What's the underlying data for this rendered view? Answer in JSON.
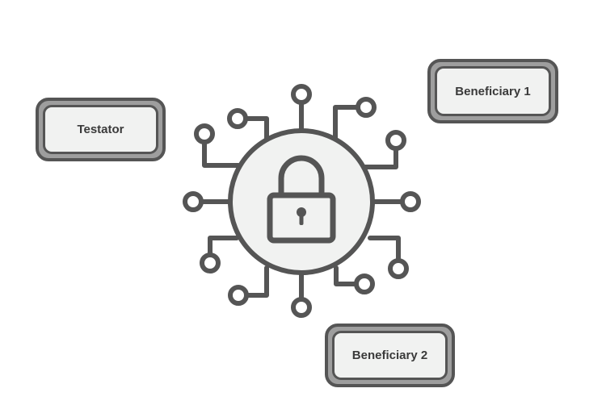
{
  "nodes": {
    "testator": "Testator",
    "beneficiary_1": "Beneficiary 1",
    "beneficiary_2": "Beneficiary 2"
  },
  "hub": {
    "icon": "padlock-icon",
    "style": "circuit"
  },
  "colors": {
    "stroke": "#555555",
    "fill_light": "#f1f2f1",
    "border_gray": "#9e9e9e"
  }
}
